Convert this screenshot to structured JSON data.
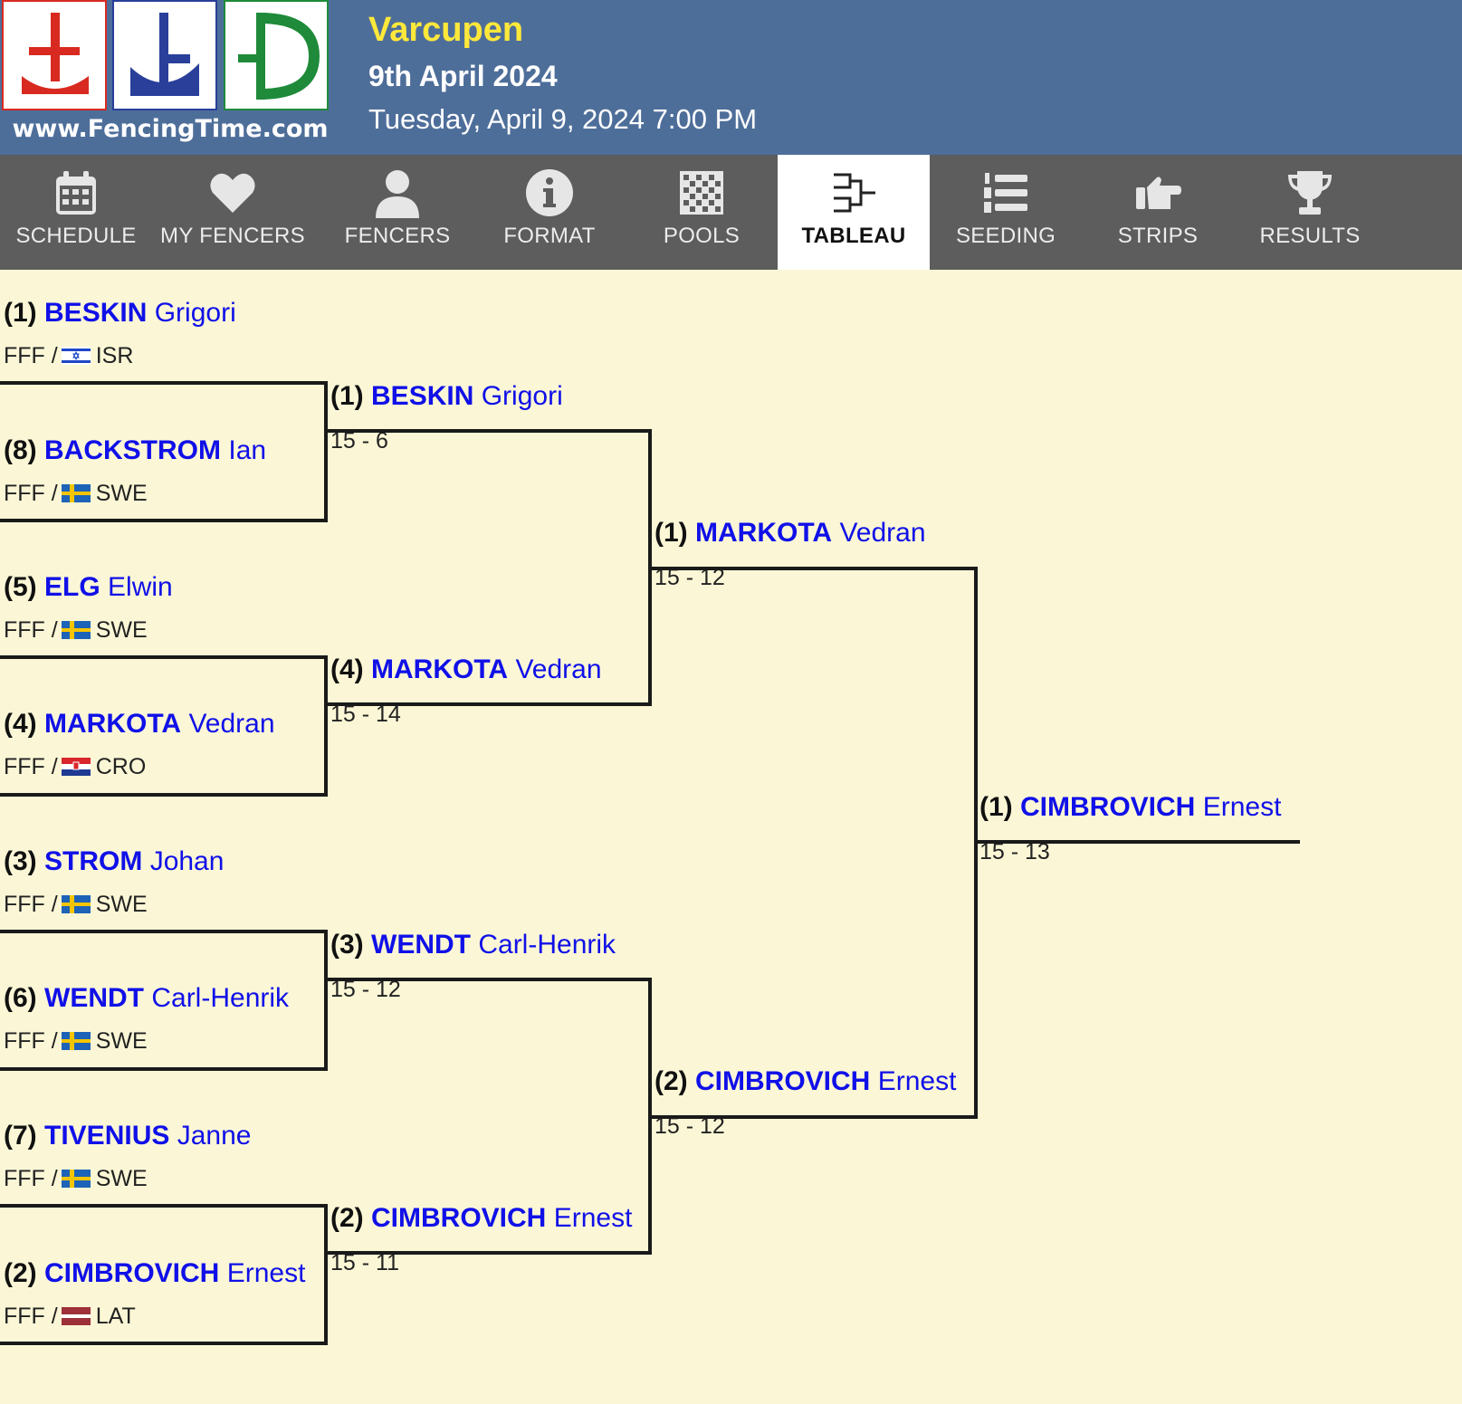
{
  "header": {
    "logo_url": "www.FencingTime.com",
    "event_name": "Varcupen",
    "event_date": "9th April 2024",
    "event_datetime": "Tuesday, April 9, 2024 7:00 PM"
  },
  "nav": [
    {
      "label": "SCHEDULE",
      "icon": "calendar-icon"
    },
    {
      "label": "MY FENCERS",
      "icon": "heart-icon"
    },
    {
      "label": "FENCERS",
      "icon": "person-icon"
    },
    {
      "label": "FORMAT",
      "icon": "info-icon"
    },
    {
      "label": "POOLS",
      "icon": "pools-grid-icon"
    },
    {
      "label": "TABLEAU",
      "icon": "bracket-icon",
      "active": true
    },
    {
      "label": "SEEDING",
      "icon": "numbered-list-icon"
    },
    {
      "label": "STRIPS",
      "icon": "pointing-hand-icon"
    },
    {
      "label": "RESULTS",
      "icon": "trophy-icon"
    }
  ],
  "colors": {
    "header_bg": "#4e6e9a",
    "event_name": "#ffe83a",
    "nav_bg": "#5d5d5d",
    "page_bg": "#fbf7d6",
    "fencer_name": "#1010e8"
  },
  "round1": [
    {
      "seed": "(1)",
      "last": "BESKIN",
      "first": "Grigori",
      "club": "FFF /",
      "country": "ISR"
    },
    {
      "seed": "(8)",
      "last": "BACKSTROM",
      "first": "Ian",
      "club": "FFF /",
      "country": "SWE"
    },
    {
      "seed": "(5)",
      "last": "ELG",
      "first": "Elwin",
      "club": "FFF /",
      "country": "SWE"
    },
    {
      "seed": "(4)",
      "last": "MARKOTA",
      "first": "Vedran",
      "club": "FFF /",
      "country": "CRO"
    },
    {
      "seed": "(3)",
      "last": "STROM",
      "first": "Johan",
      "club": "FFF /",
      "country": "SWE"
    },
    {
      "seed": "(6)",
      "last": "WENDT",
      "first": "Carl-Henrik",
      "club": "FFF /",
      "country": "SWE"
    },
    {
      "seed": "(7)",
      "last": "TIVENIUS",
      "first": "Janne",
      "club": "FFF /",
      "country": "SWE"
    },
    {
      "seed": "(2)",
      "last": "CIMBROVICH",
      "first": "Ernest",
      "club": "FFF /",
      "country": "LAT"
    }
  ],
  "round2": [
    {
      "seed": "(1)",
      "last": "BESKIN",
      "first": "Grigori",
      "score": "15 - 6"
    },
    {
      "seed": "(4)",
      "last": "MARKOTA",
      "first": "Vedran",
      "score": "15 - 14"
    },
    {
      "seed": "(3)",
      "last": "WENDT",
      "first": "Carl-Henrik",
      "score": "15 - 12"
    },
    {
      "seed": "(2)",
      "last": "CIMBROVICH",
      "first": "Ernest",
      "score": "15 - 11"
    }
  ],
  "round3": [
    {
      "seed": "(1)",
      "last": "MARKOTA",
      "first": "Vedran",
      "score": "15 - 12"
    },
    {
      "seed": "(2)",
      "last": "CIMBROVICH",
      "first": "Ernest",
      "score": "15 - 12"
    }
  ],
  "final": [
    {
      "seed": "(1)",
      "last": "CIMBROVICH",
      "first": "Ernest",
      "score": "15 - 13"
    }
  ]
}
